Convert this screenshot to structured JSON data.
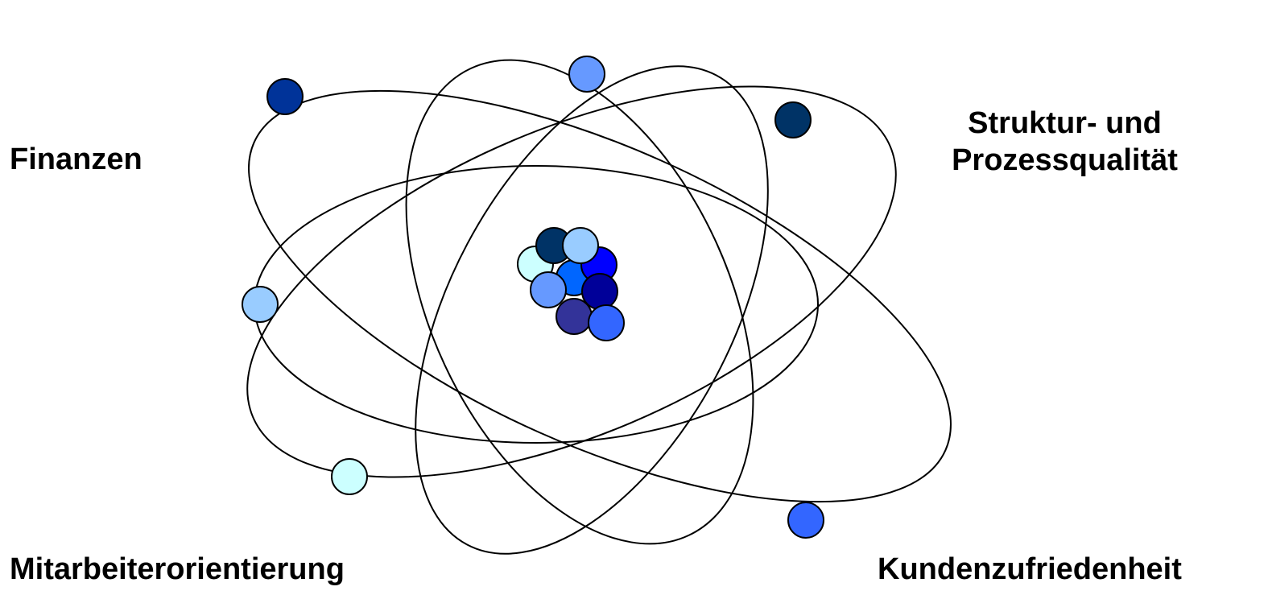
{
  "labels": {
    "finanzen": "Finanzen",
    "struktur_line1": "Struktur- und",
    "struktur_line2": "Prozessqualität",
    "mitarbeiter": "Mitarbeiterorientierung",
    "kunden": "Kundenzufriedenheit"
  },
  "colors": {
    "orbit_stroke": "#000000",
    "particle_stroke": "#000000",
    "palette": [
      "#003366",
      "#0033CC",
      "#99CCFF",
      "#CCFFFF",
      "#6699FF",
      "#000099",
      "#333399",
      "#3366FF",
      "#0066FF",
      "#0000FF"
    ]
  }
}
